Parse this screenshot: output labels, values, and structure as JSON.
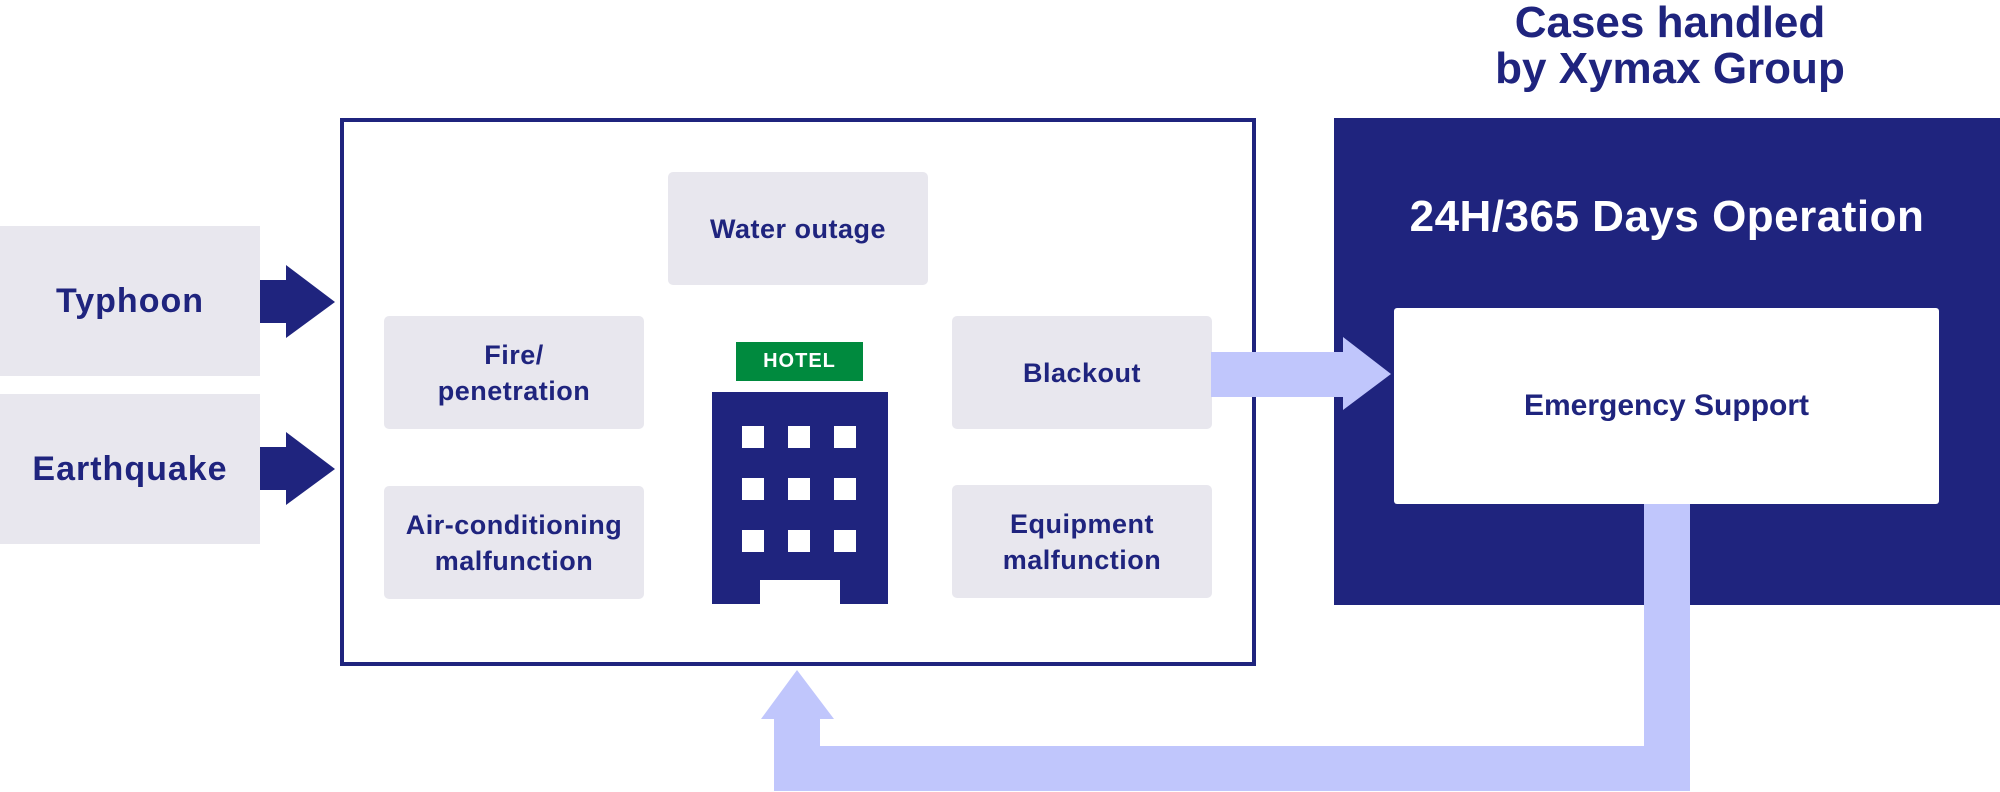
{
  "title": {
    "line1": "Cases handled",
    "line2": "by Xymax Group"
  },
  "hazards": [
    {
      "label": "Typhoon"
    },
    {
      "label": "Earthquake"
    }
  ],
  "issues": {
    "water_outage": "Water outage",
    "fire": {
      "line1": "Fire/",
      "line2": "penetration"
    },
    "air_conditioning": {
      "line1": "Air-conditioning",
      "line2": "malfunction"
    },
    "blackout": "Blackout",
    "equipment": {
      "line1": "Equipment",
      "line2": "malfunction"
    }
  },
  "hotel": {
    "sign": "HOTEL"
  },
  "operation": {
    "label": "24H/365 Days Operation",
    "support_label": "Emergency Support"
  },
  "colors": {
    "navy": "#1f247e",
    "light_gray": "#e8e7ee",
    "periwinkle": "#c0c6fc",
    "hotel_green": "#008a3e",
    "white": "#ffffff"
  }
}
